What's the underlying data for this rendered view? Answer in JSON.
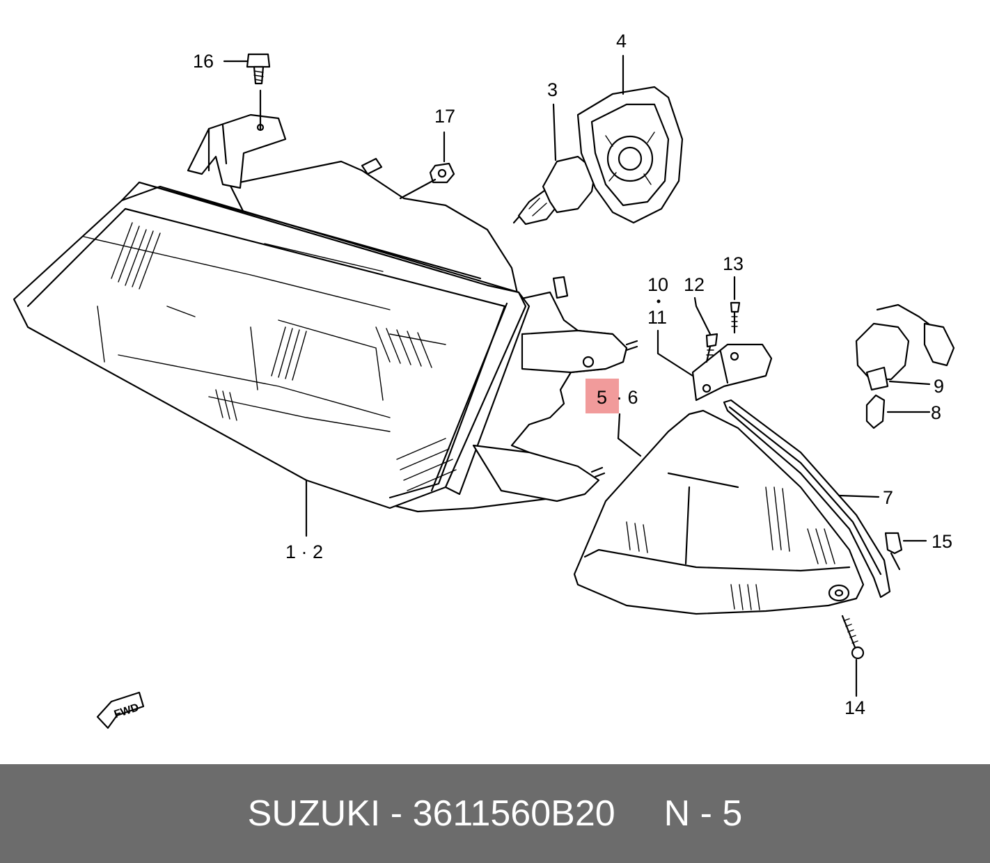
{
  "callouts": {
    "c1_2": "1 · 2",
    "c3": "3",
    "c4": "4",
    "c5": "5",
    "c6_sep": "· 6",
    "c7": "7",
    "c8": "8",
    "c9": "9",
    "c10": "10",
    "c11": "11",
    "c12": "12",
    "c13": "13",
    "c14": "14",
    "c15": "15",
    "c16": "16",
    "c17": "17"
  },
  "fwd_label": "FWD",
  "highlight_color": "#f19b9b",
  "footer": {
    "brand": "SUZUKI",
    "separator": "-",
    "part_number": "3611560B20",
    "position_code": "N - 5",
    "background": "#6c6c6c"
  }
}
